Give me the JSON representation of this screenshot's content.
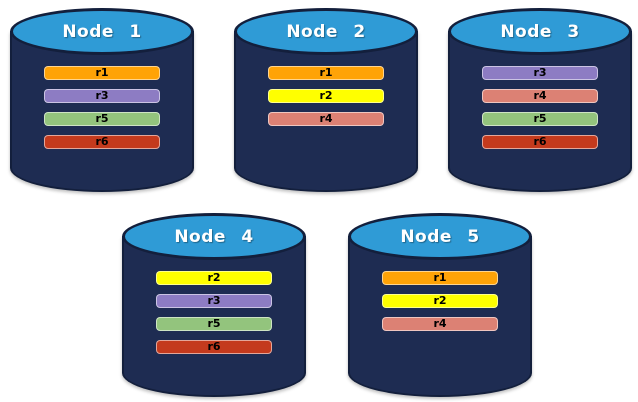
{
  "colors": {
    "canvas_bg": "#FFFFFF",
    "cylinder_body": "#1E2C52",
    "cylinder_top": "#2F9BD6",
    "cylinder_outline": "#131F3C",
    "title_text": "#FFFFFF",
    "bar_text": "#000000",
    "replicas": {
      "r1": "#FFA307",
      "r2": "#FFFF00",
      "r3": "#8D7CC3",
      "r4": "#DC8174",
      "r5": "#93C47D",
      "r6": "#C43A1D"
    }
  },
  "nodes": [
    {
      "label": "Node 1",
      "replicas": [
        "r1",
        "r3",
        "r5",
        "r6"
      ]
    },
    {
      "label": "Node 2",
      "replicas": [
        "r1",
        "r2",
        "r4"
      ]
    },
    {
      "label": "Node 3",
      "replicas": [
        "r3",
        "r4",
        "r5",
        "r6"
      ]
    },
    {
      "label": "Node 4",
      "replicas": [
        "r2",
        "r3",
        "r5",
        "r6"
      ]
    },
    {
      "label": "Node 5",
      "replicas": [
        "r1",
        "r2",
        "r4"
      ]
    }
  ]
}
